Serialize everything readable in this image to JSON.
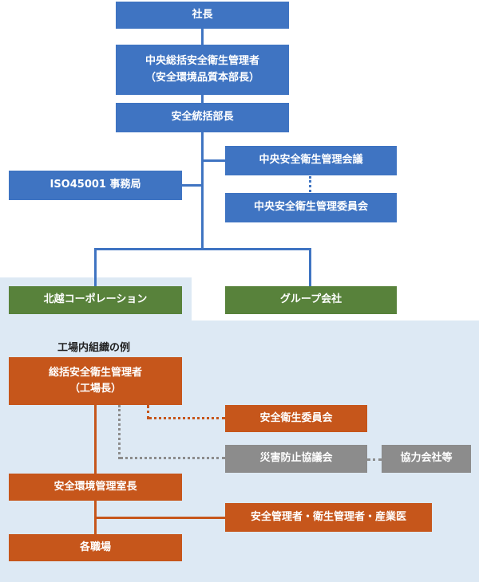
{
  "nodes": {
    "president": "社長",
    "chief_manager_line1": "中央総括安全衛生管理者",
    "chief_manager_line2": "（安全環境品質本部長）",
    "safety_director": "安全統括部長",
    "central_meeting": "中央安全衛生管理会議",
    "central_committee": "中央安全衛生管理委員会",
    "iso_office": "ISO45001 事務局",
    "hokuetsu_corp": "北越コーポレーション",
    "group_companies": "グループ会社",
    "factory_caption": "工場内組織の例",
    "factory_manager_line1": "総括安全衛生管理者",
    "factory_manager_line2": "（工場長）",
    "safety_committee": "安全衛生委員会",
    "disaster_council": "災害防止協議会",
    "partner_companies": "協力会社等",
    "env_office_head": "安全環境管理室長",
    "managers": "安全管理者・衛生管理者・産業医",
    "workplaces": "各職場"
  },
  "colors": {
    "corporate_blue": "#3f74c2",
    "group_green": "#58823b",
    "factory_orange": "#c6561b",
    "external_gray": "#8c8c8c",
    "area_background": "#dde9f4"
  }
}
